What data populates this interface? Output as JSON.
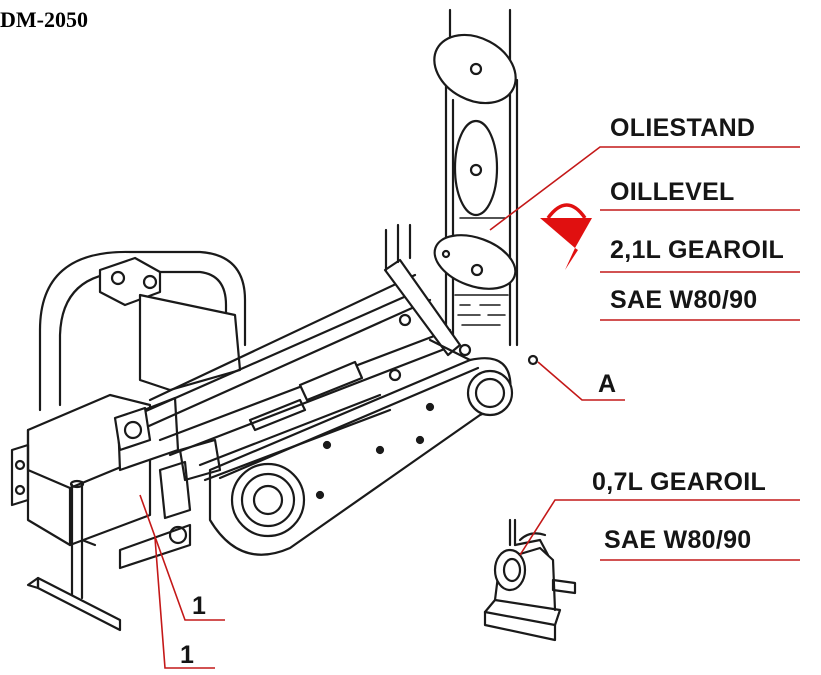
{
  "model": "DM-2050",
  "labels": {
    "oil_level_nl": "OLIESTAND",
    "oil_level_en": "OILLEVEL",
    "gearoil_main": "2,1L GEAROIL",
    "sae_main": "SAE W80/90",
    "point_a": "A",
    "gearoil_small": "0,7L GEAROIL",
    "sae_small": "SAE W80/90",
    "callout_1_upper": "1",
    "callout_1_lower": "1"
  },
  "colors": {
    "leader_line": "#c41818",
    "oil_can": "#e01010",
    "drawing": "#1a1a1a"
  }
}
